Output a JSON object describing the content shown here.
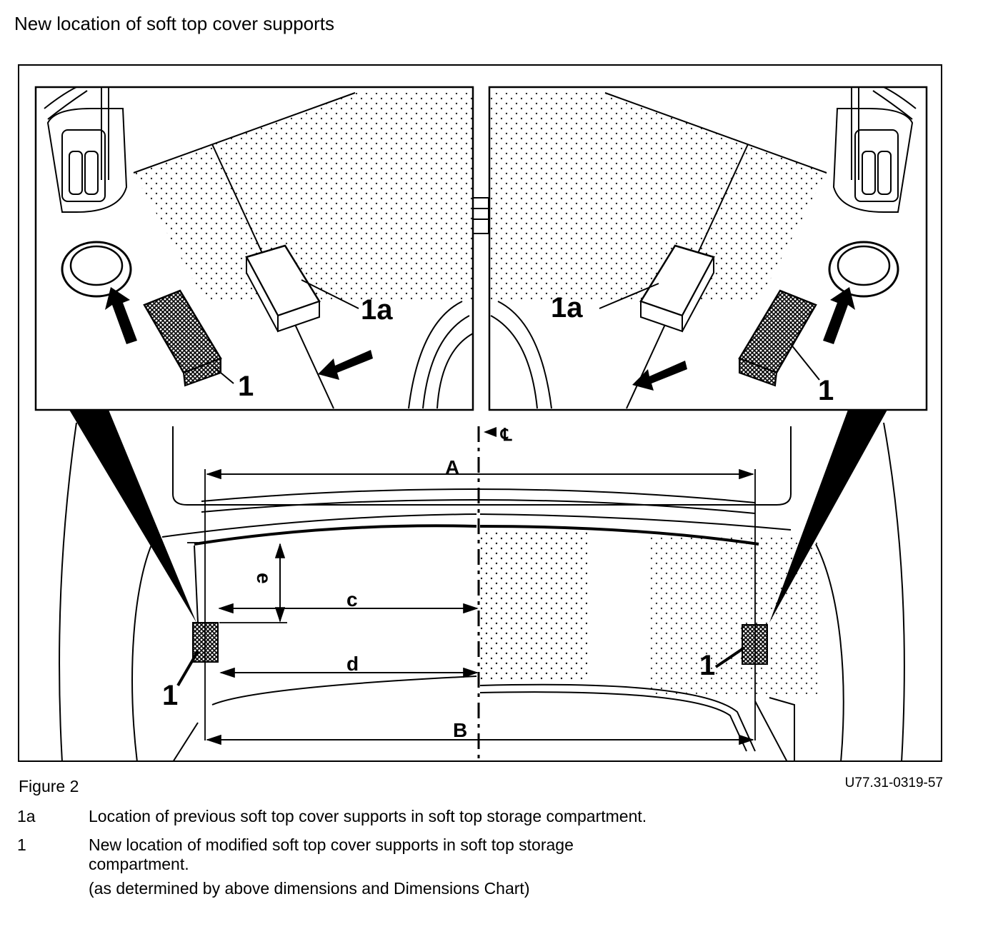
{
  "title": "New location of soft top cover supports",
  "diagram": {
    "labels": {
      "callout_1a": "1a",
      "callout_1": "1",
      "centerline": "℄",
      "dim_A": "A",
      "dim_B": "B",
      "dim_c": "c",
      "dim_d": "d",
      "dim_e": "e"
    }
  },
  "caption": {
    "figure": "Figure 2",
    "code": "U77.31-0319-57"
  },
  "legend": [
    {
      "key": "1a",
      "text": "Location of previous soft top cover supports in soft top storage compartment."
    },
    {
      "key": "1",
      "text": "New location of modified soft top cover supports in soft top storage compartment."
    }
  ],
  "legend_note": "(as determined by above dimensions and Dimensions Chart)"
}
